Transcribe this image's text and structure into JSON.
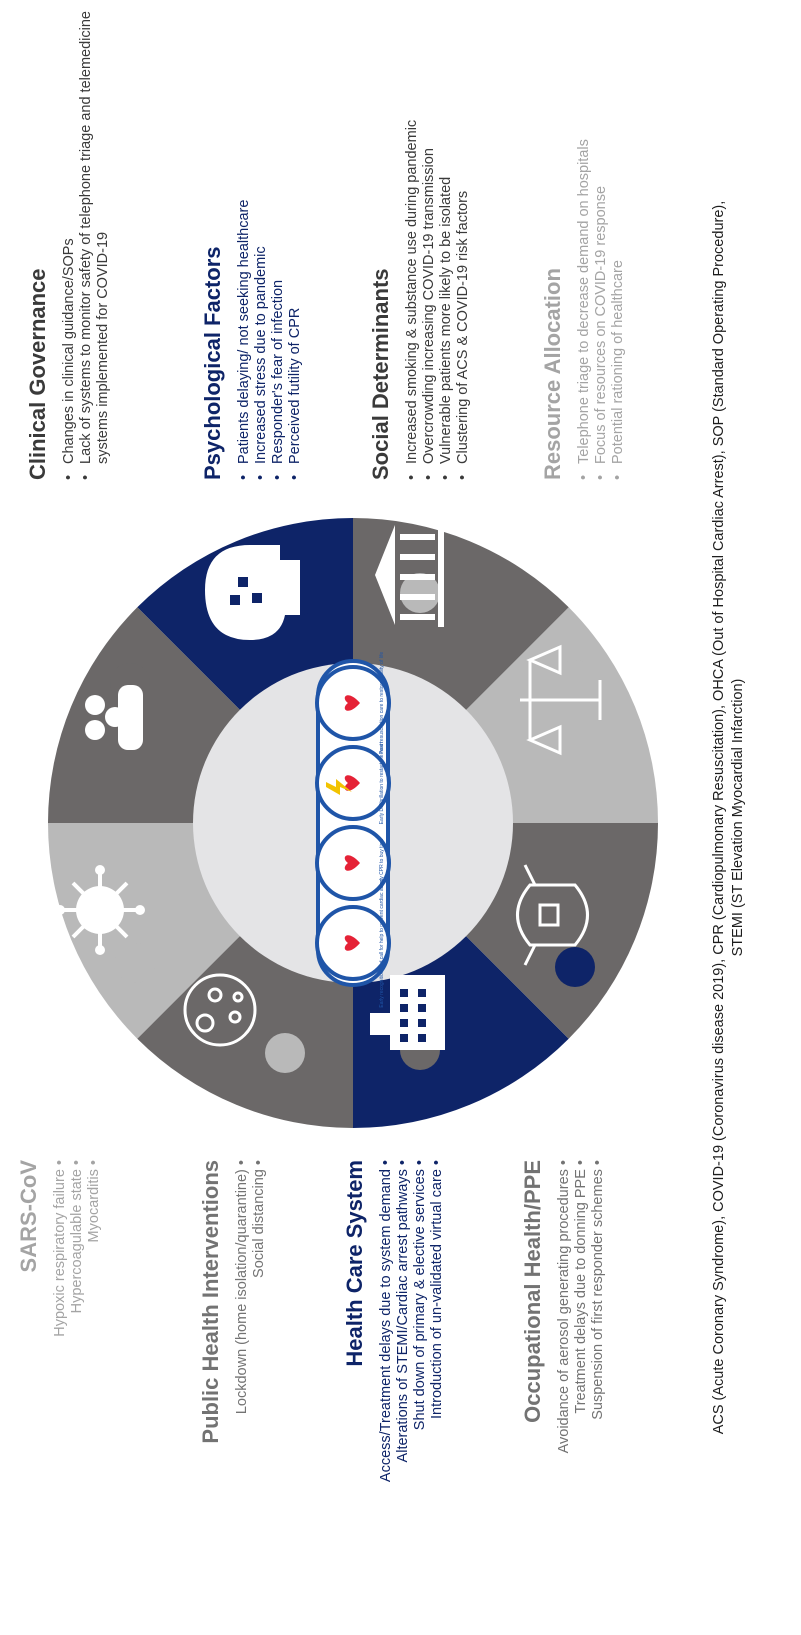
{
  "left_sections": [
    {
      "title": "SARS-CoV",
      "items": [
        "Hypoxic respiratory failure",
        "Hypercoagulable state",
        "Myocarditis"
      ]
    },
    {
      "title": "Public Health Interventions",
      "items": [
        "Lockdown (home isolation/quarantine)",
        "Social distancing"
      ]
    },
    {
      "title": "Health Care System",
      "items": [
        "Access/Treatment delays due to system demand",
        "Alterations of STEMI/Cardiac arrest pathways",
        "Shut down of primary & elective services",
        "Introduction of un-validated virtual care"
      ]
    },
    {
      "title": "Occupational Health/PPE",
      "items": [
        "Avoidance of aerosol generating procedures",
        "Treatment delays due to donning PPE",
        "Suspension of first responder schemes"
      ]
    }
  ],
  "right_sections": [
    {
      "title": "Clinical Governance",
      "items": [
        "Changes in clinical guidance/SOPs",
        "Lack of systems to monitor safety of telephone triage and telemedicine systems implemented for COVID-19"
      ]
    },
    {
      "title": "Psychological Factors",
      "items": [
        "Patients delaying/ not seeking healthcare",
        "Increased stress due to pandemic",
        "Responder's fear of infection",
        "Perceived futility of CPR"
      ]
    },
    {
      "title": "Social Determinants",
      "items": [
        "Increased smoking & substance use during pandemic",
        "Overcrowding increasing COVID-19 transmission",
        "Vulnerable patients more likely to be isolated",
        "Clustering of ACS & COVID-19 risk factors"
      ]
    },
    {
      "title": "Resource Allocation",
      "items": [
        "Telephone triage to decrease demand on hospitals",
        "Focus of resources on COVID-19 response",
        "Potential rationing of healthcare"
      ]
    }
  ],
  "chain_of_survival": [
    "Early recognition and call for help to prevent cardiac arrest",
    "Early CPR to buy time",
    "Early Defibrillation to restart the heart",
    "Post resuscitation care to restore quality of life"
  ],
  "footnote": {
    "line1": "ACS (Acute Coronary Syndrome), COVID-19 (Coronavirus disease 2019), CPR (Cardiopulmonary Resuscitation), OHCA (Out of Hospital Cardiac Arrest), SOP (Standard Operating Procedure),",
    "line2": "STEMI (ST Elevation Myocardial Infarction)"
  },
  "colors": {
    "navy": "#0e2468",
    "dark_gray": "#6b6868",
    "light_gray": "#b9b9b9",
    "center": "#e4e4e6",
    "chain_blue": "#1f55a8"
  }
}
